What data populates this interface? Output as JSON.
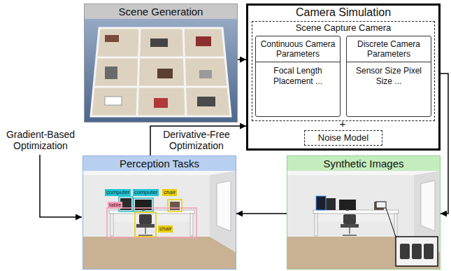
{
  "diagram": {
    "nodes": [
      {
        "text": [
          "Scene Generation"
        ]
      },
      {
        "text": [
          "Camera Simulation"
        ]
      },
      {
        "text": [
          "Scene Capture Camera"
        ],
        "in": 1
      },
      {
        "text": [
          "Continuous Camera Parameters",
          "Focal Length Placement ..."
        ],
        "in": 2
      },
      {
        "text": [
          "Discrete Camera Parameters",
          "Sensor Size Pixel Size ..."
        ],
        "in": 2
      },
      {
        "text": [
          "Noise Model"
        ],
        "in": 1
      },
      {
        "text": [
          "Perception Tasks"
        ]
      },
      {
        "text": [
          "Synthetic Images"
        ]
      }
    ],
    "edges": [
      {
        "from": 0,
        "to": 1,
        "arrow": "to"
      },
      {
        "from": 1,
        "to": 7,
        "arrow": "to"
      },
      {
        "from": 7,
        "to": 6,
        "arrow": "to"
      },
      {
        "from": 6,
        "to": 1,
        "label": "Derivative-Free Optimization",
        "arrow": "to"
      }
    ],
    "labels": [
      "Gradient-Based Optimization",
      "+",
      "computer",
      "computer",
      "chair",
      "table",
      "chair"
    ]
  }
}
